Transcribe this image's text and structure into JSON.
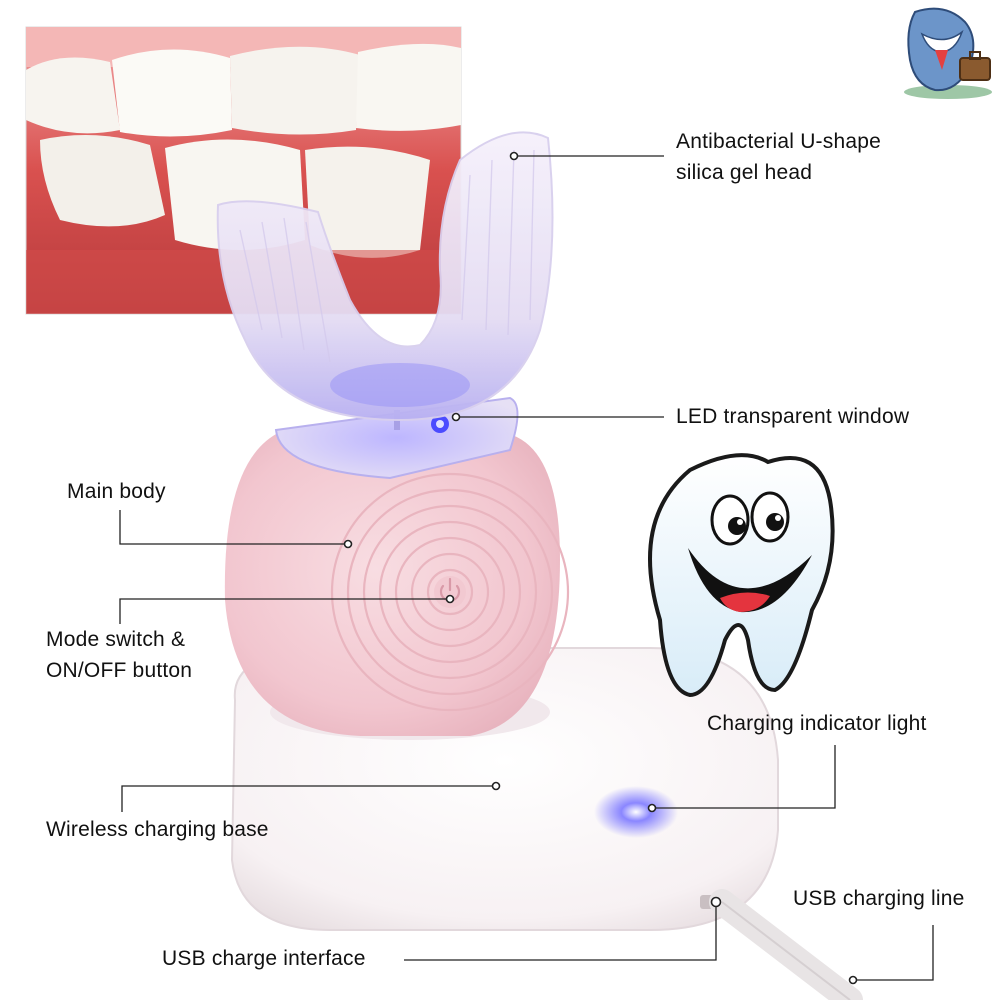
{
  "callouts": {
    "head": {
      "line1": "Antibacterial U-shape",
      "line2": "silica gel head"
    },
    "led_window": "LED transparent window",
    "main_body": "Main body",
    "mode_switch": {
      "line1": "Mode switch &",
      "line2": "ON/OFF button"
    },
    "charging_indicator": "Charging indicator light",
    "charging_base": "Wireless charging base",
    "usb_line": "USB charging line",
    "usb_interface": "USB charge interface"
  },
  "colors": {
    "body_pink": "#f3cbd2",
    "base_white": "#f7f3f4",
    "head_lavender": "#e9e0f4",
    "led_blue": "#5a54ff",
    "gum_red": "#d9514f",
    "callout_line": "#222222"
  },
  "icons": {
    "power": "power-icon",
    "mascot": "shark-mascot-icon",
    "tooth": "smiling-tooth-icon"
  }
}
